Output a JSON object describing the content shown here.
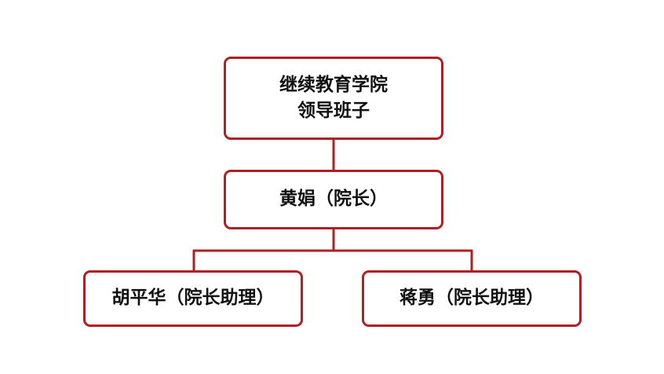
{
  "colors": {
    "border": "#b01f24",
    "connector": "#b01f24",
    "text": "#111111"
  },
  "org_chart": {
    "root": {
      "line1": "继续教育学院",
      "line2": "领导班子"
    },
    "head": {
      "label": "黄娟（院长）"
    },
    "assistants": [
      {
        "label": "胡平华（院长助理）"
      },
      {
        "label": "蒋勇（院长助理）"
      }
    ]
  }
}
